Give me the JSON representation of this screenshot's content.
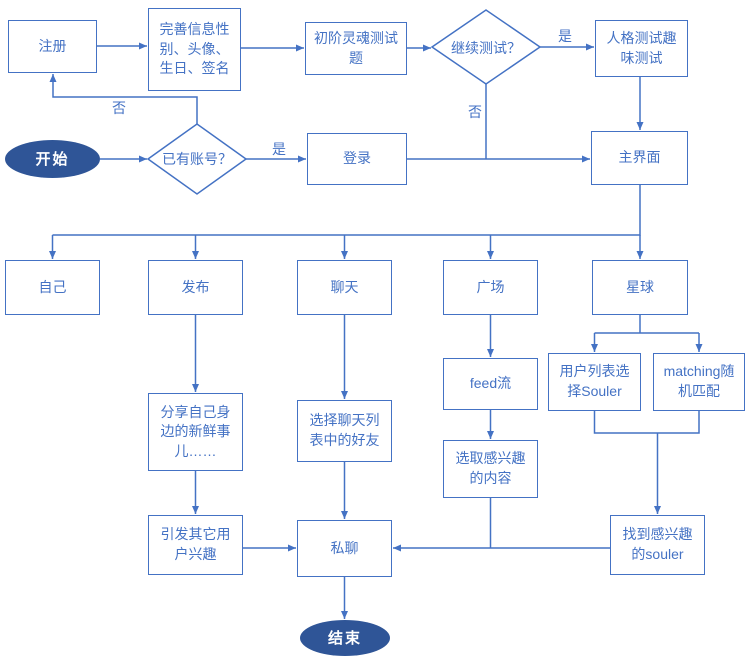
{
  "diagram": {
    "type": "flowchart",
    "nodes": {
      "register": "注册",
      "complete_info": "完善信息性别、头像、生日、签名",
      "soul_test": "初阶灵魂测试题",
      "continue_test": "继续测试？",
      "personality_test": "人格测试趣味测试",
      "start": "开始",
      "has_account": "已有账号？",
      "login": "登录",
      "main_ui": "主界面",
      "self": "自己",
      "publish": "发布",
      "chat": "聊天",
      "square": "广场",
      "planet": "星球",
      "share_new": "分享自己身边的新鲜事儿……",
      "select_friend": "选择聊天列表中的好友",
      "feed": "feed流",
      "user_list": "用户列表选择Souler",
      "matching": "matching随机匹配",
      "pick_content": "选取感兴趣的内容",
      "trigger_interest": "引发其它用户兴趣",
      "private_chat": "私聊",
      "find_souler": "找到感兴趣的souler",
      "end": "结束"
    },
    "edge_labels": {
      "no_to_register": "否",
      "yes_to_login": "是",
      "yes_to_personality": "是",
      "no_to_main": "否"
    }
  },
  "colors": {
    "stroke": "#4472C4",
    "text": "#4472C4",
    "terminal": "#2F5597",
    "terminal_text": "#FFFFFF",
    "background": "#FFFFFF"
  }
}
